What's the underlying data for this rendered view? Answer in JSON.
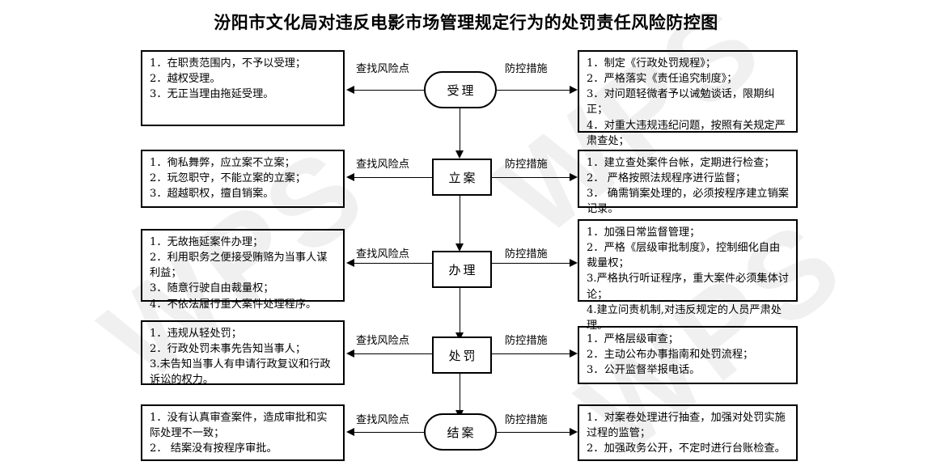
{
  "document": {
    "title": "汾阳市文化局对违反电影市场管理规定行为的处罚责任风险防控图",
    "watermark": "WPS"
  },
  "labels": {
    "risk": "查找风险点",
    "measure": "防控措施"
  },
  "rows": [
    {
      "node": "受理",
      "node_shape": "stadium",
      "risks": [
        "1．在职责范围内，不予以受理；",
        "2．越权受理。",
        "3．无正当理由拖延受理。"
      ],
      "measures": [
        "1．制定《行政处罚规程》；",
        "2．严格落实《责任追究制度》；",
        "3．对问题轻微者予以诫勉谈话，限期纠正；",
        "4．对重大违规违纪问题，按照有关规定严肃查处；"
      ]
    },
    {
      "node": "立案",
      "node_shape": "rect",
      "risks": [
        "1．徇私舞弊，应立案不立案；",
        "2．玩忽职守，不能立案的立案；",
        "3．超越职权，擅自销案。"
      ],
      "measures": [
        "1．建立查处案件台帐，定期进行检查；",
        "2． 严格按照法规程序进行监督；",
        "3． 确需销案处理的，必须按程序建立销案记录。"
      ]
    },
    {
      "node": "办理",
      "node_shape": "rect",
      "risks": [
        "1．无故拖延案件办理；",
        "2．利用职务之便接受贿赂为当事人谋利益；",
        "3．随意行驶自由裁量权；",
        "4．不依法履行重大案件处理程序。"
      ],
      "measures": [
        "1．加强日常监督管理；",
        "2．严格《层级审批制度》，控制细化自由裁量权；",
        "3.严格执行听证程序，重大案件必须集体讨论；",
        "4.建立问责机制,对违反规定的人员严肃处理。"
      ]
    },
    {
      "node": "处罚",
      "node_shape": "rect",
      "risks": [
        "1．违规从轻处罚；",
        "2．行政处罚未事先告知当事人；",
        "3.未告知当事人有申请行政复议和行政诉讼的权力。"
      ],
      "measures": [
        "1．严格层级审查；",
        "2．主动公布办事指南和处罚流程；",
        "3．公开监督举报电话。"
      ]
    },
    {
      "node": "结案",
      "node_shape": "stadium",
      "risks": [
        "1．没有认真审查案件，造成审批和实际处理不一致；",
        "2． 结案没有按程序审批。"
      ],
      "measures": [
        "1．对案卷处理进行抽查，加强对处罚实施过程的监管；",
        "2．加强政务公开，不定时进行台账检查。"
      ]
    }
  ]
}
